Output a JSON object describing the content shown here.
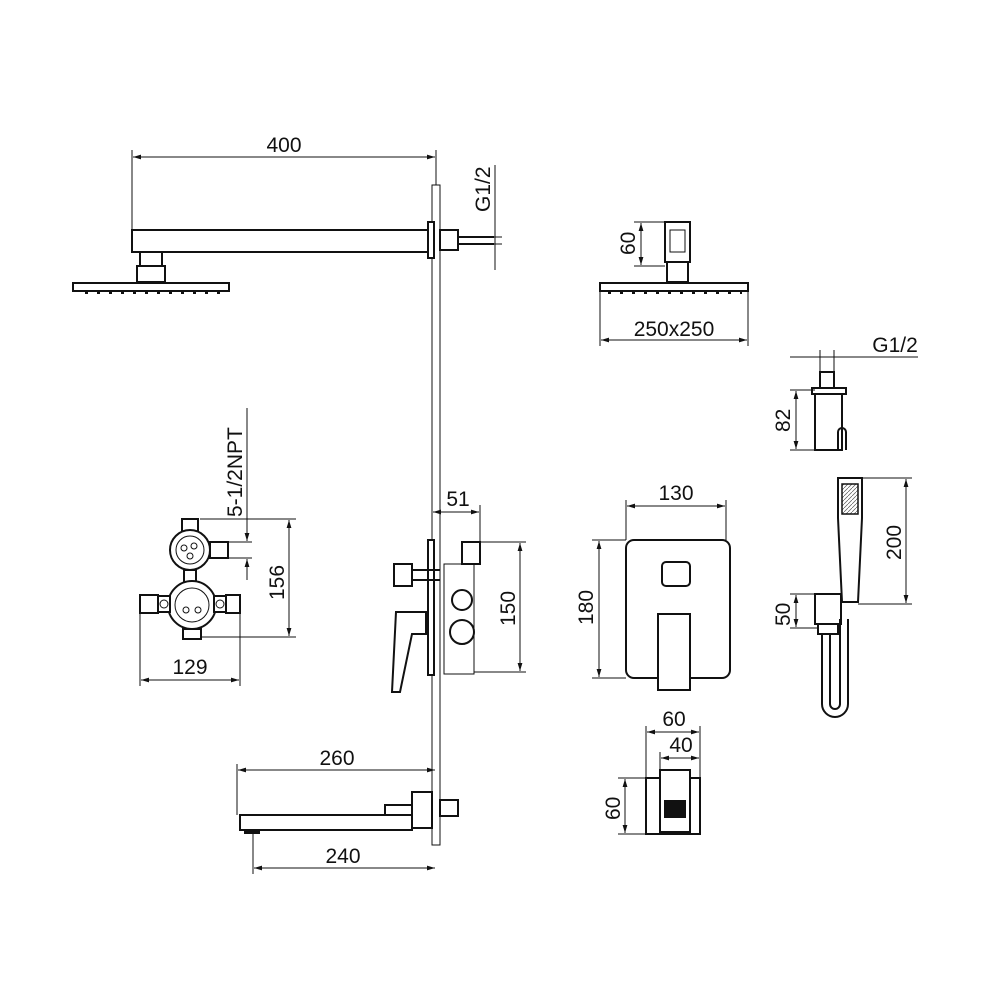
{
  "dimensions": {
    "arm_length": "400",
    "arm_thread": "G1/2",
    "head_neck": "60",
    "head_size": "250x250",
    "holder_thread": "G1/2",
    "holder_height": "82",
    "plate_width": "130",
    "plate_height": "180",
    "handshower_length": "200",
    "bracket_height": "50",
    "diverter_width": "60",
    "diverter_inner": "40",
    "diverter_height": "60",
    "mixer_depth": "51",
    "mixer_height": "150",
    "valve_thread": "5-1/2NPT",
    "valve_height": "156",
    "valve_width": "129",
    "spout_length": "260",
    "spout_reach": "240"
  }
}
